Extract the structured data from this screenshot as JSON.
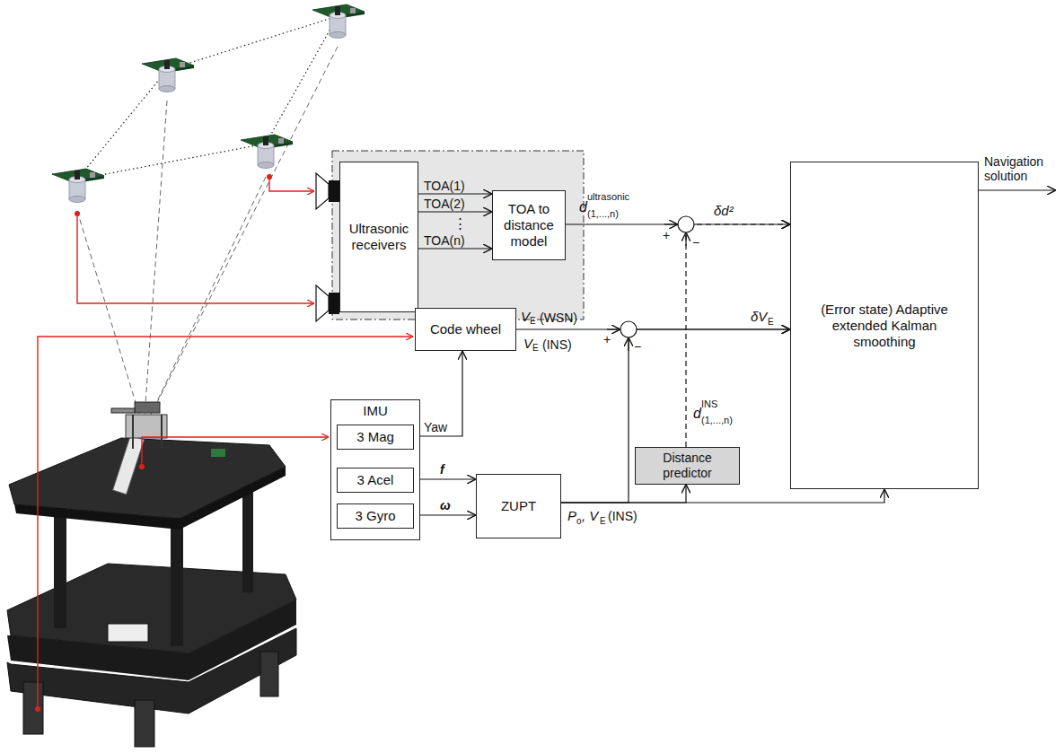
{
  "diagram": {
    "nodes": [
      {
        "text": [
          "Ultrasonic receivers"
        ]
      },
      {
        "text": [
          "TOA to distance model"
        ]
      },
      {
        "text": [
          "Code wheel"
        ]
      },
      {
        "text": [
          "IMU"
        ]
      },
      {
        "text": [
          "3 Mag"
        ],
        "in": 3
      },
      {
        "text": [
          "3 Acel"
        ],
        "in": 3
      },
      {
        "text": [
          "3 Gyro"
        ],
        "in": 3
      },
      {
        "text": [
          "ZUPT"
        ]
      },
      {
        "text": [
          "Distance predictor"
        ]
      },
      {
        "text": [
          "(Error state) Adaptive extended Kalman smoothing"
        ]
      }
    ],
    "edges": [
      {
        "from": 0,
        "to": 1,
        "arrow": "to",
        "label": "TOA(1)"
      },
      {
        "from": 0,
        "to": 1,
        "arrow": "to",
        "label": "TOA(2)"
      },
      {
        "from": 0,
        "to": 1,
        "arrow": "to",
        "label": "TOA(n)"
      },
      {
        "from": 1,
        "to": 9,
        "arrow": "to"
      },
      {
        "from": 2,
        "to": 9,
        "arrow": "to"
      },
      {
        "from": 4,
        "to": 2,
        "arrow": "to",
        "label": "Yaw"
      },
      {
        "from": 5,
        "to": 7,
        "arrow": "to",
        "label": "f"
      },
      {
        "from": 6,
        "to": 7,
        "arrow": "to",
        "label": "ω"
      },
      {
        "from": 7,
        "to": 9,
        "arrow": "to"
      },
      {
        "from": 7,
        "to": 9,
        "arrow": "to"
      },
      {
        "from": 7,
        "to": 8,
        "arrow": "to"
      },
      {
        "from": 8,
        "to": 9,
        "arrow": "to"
      }
    ],
    "labels": [
      "⋮",
      "d",
      "ultrasonic",
      "(1,...,n)",
      "+",
      "−",
      "δd²",
      "V",
      "E",
      "(WSN)",
      "+",
      "−",
      "V",
      "E",
      "(INS)",
      "δV",
      "E",
      "d",
      "INS",
      "(1,...,n)",
      "P",
      "o",
      ", V",
      "E",
      "(INS)",
      "Navigation solution"
    ]
  }
}
